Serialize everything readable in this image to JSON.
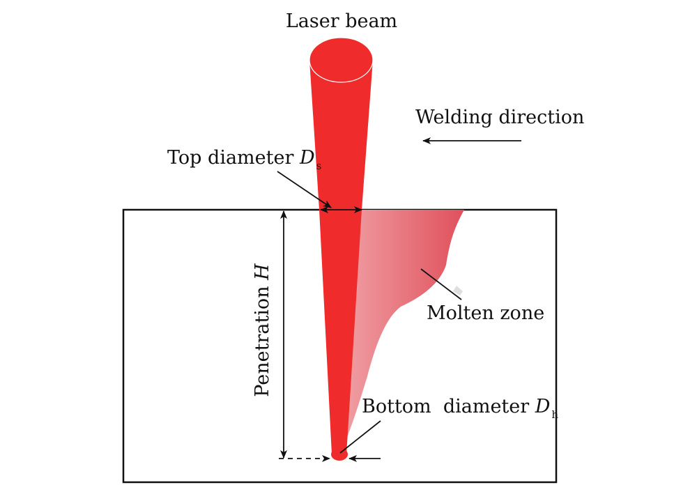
{
  "labels": {
    "laser_beam": "Laser beam",
    "welding_direction": "Welding direction",
    "top_diameter": "Top diameter ",
    "top_diameter_symbol": "D",
    "top_diameter_subscript": "s",
    "molten_zone": "Molten zone",
    "penetration": "Penetration ",
    "penetration_symbol": "H",
    "bottom_diameter": "Bottom  diameter ",
    "bottom_diameter_symbol": "D",
    "bottom_diameter_subscript": "h"
  },
  "colors": {
    "beam": "#ef2b2b",
    "molten_light": "#f0a2a6",
    "molten_dark": "#e0505c",
    "line": "#111111"
  }
}
